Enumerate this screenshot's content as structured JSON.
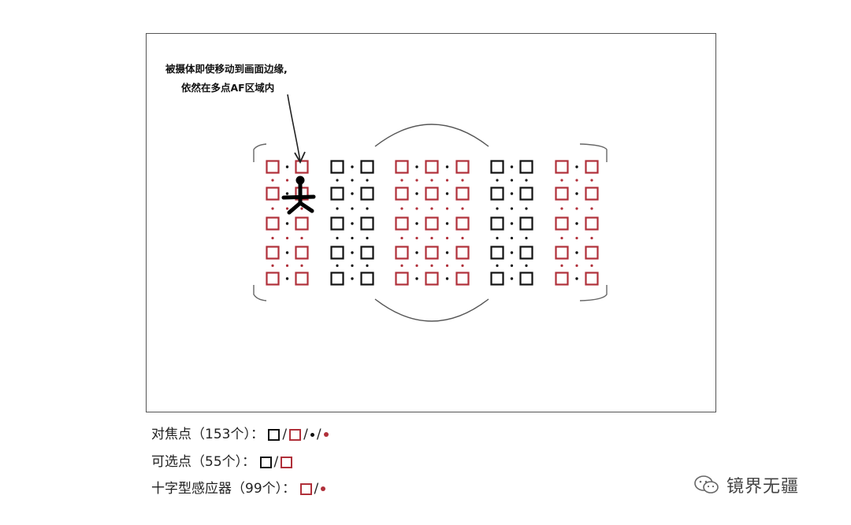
{
  "annotation": {
    "line1": "被摄体即使移动到画面边缘,",
    "line2": "依然在多点AF区域内"
  },
  "legend": {
    "focus_points_label": "对焦点（153个）：",
    "selectable_points_label": "可选点（55个）：",
    "cross_type_label": "十字型感应器（99个）："
  },
  "af_layout": {
    "groups": [
      {
        "id": "left-outer",
        "columns": [
          "red",
          "red"
        ]
      },
      {
        "id": "left-inner",
        "columns": [
          "black",
          "black"
        ]
      },
      {
        "id": "center",
        "columns": [
          "red",
          "red",
          "red"
        ]
      },
      {
        "id": "right-inner",
        "columns": [
          "black",
          "black"
        ]
      },
      {
        "id": "right-outer",
        "columns": [
          "red",
          "red"
        ]
      }
    ],
    "rows": 5
  },
  "colors": {
    "cross_red": "#b0303a",
    "point_black": "#111111",
    "frame": "#555555"
  },
  "icons": {
    "subject": "stick-figure-icon",
    "arrow": "annotation-arrow-icon",
    "watermark": "wechat-icon"
  },
  "watermark": {
    "text": "镜界无疆"
  }
}
